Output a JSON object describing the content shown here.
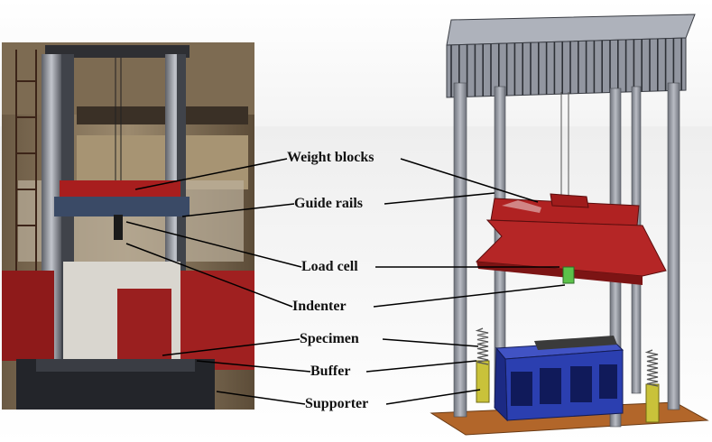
{
  "labels": [
    {
      "id": "weight-blocks",
      "text": "Weight blocks"
    },
    {
      "id": "guide-rails",
      "text": "Guide rails"
    },
    {
      "id": "load-cell",
      "text": "Load cell"
    },
    {
      "id": "indenter",
      "text": "Indenter"
    },
    {
      "id": "specimen",
      "text": "Specimen"
    },
    {
      "id": "buffer",
      "text": "Buffer"
    },
    {
      "id": "supporter",
      "text": "Supporter"
    }
  ],
  "colors": {
    "frame_red": "#b02222",
    "specimen_blue": "#2b3fb0",
    "buffer_yellow": "#c9c23a",
    "base_orange": "#b2662a",
    "rail_grey": "#8a8e99",
    "leader_line": "#000000"
  }
}
